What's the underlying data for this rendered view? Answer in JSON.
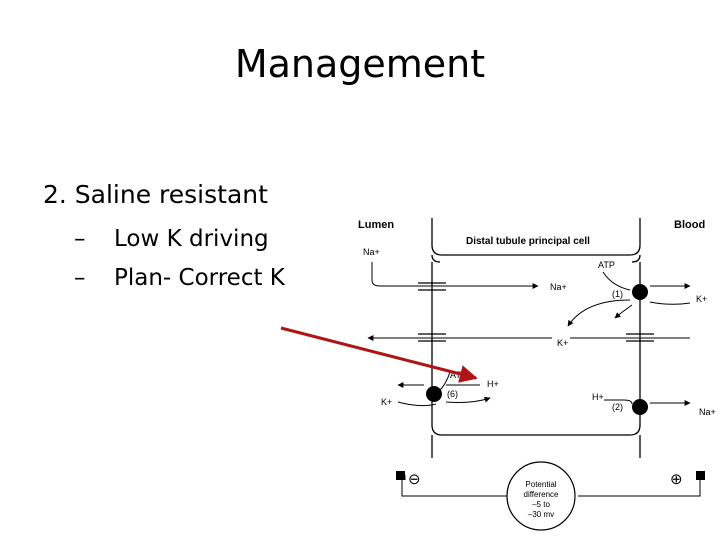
{
  "slide": {
    "title": "Management",
    "bullet": "2. Saline resistant",
    "sub_bullets": [
      {
        "dash": "–",
        "text": "Low K driving"
      },
      {
        "dash": "–",
        "text": "Plan- Correct K"
      }
    ]
  },
  "diagram": {
    "lumen": "Lumen",
    "blood": "Blood",
    "cell_title": "Distal tubule principal cell",
    "na_lumen": "Na+",
    "atp_top": "ATP",
    "na_cell": "Na+",
    "pump1": "(1)",
    "k_blood": "K+",
    "k_mid": "K+",
    "atp_left": "ATP",
    "h_left": "H+",
    "k_left": "K+",
    "pump6": "(6)",
    "h_right": "H+",
    "pump2": "(2)",
    "na_right": "Na+",
    "pd_line1": "Potential",
    "pd_line2": "difference",
    "pd_line3": "–5 to",
    "pd_line4": "–30 mv",
    "minus_sign": "⊖",
    "plus_sign": "⊕"
  },
  "colors": {
    "arrow": "#b01515",
    "text": "#000000"
  }
}
